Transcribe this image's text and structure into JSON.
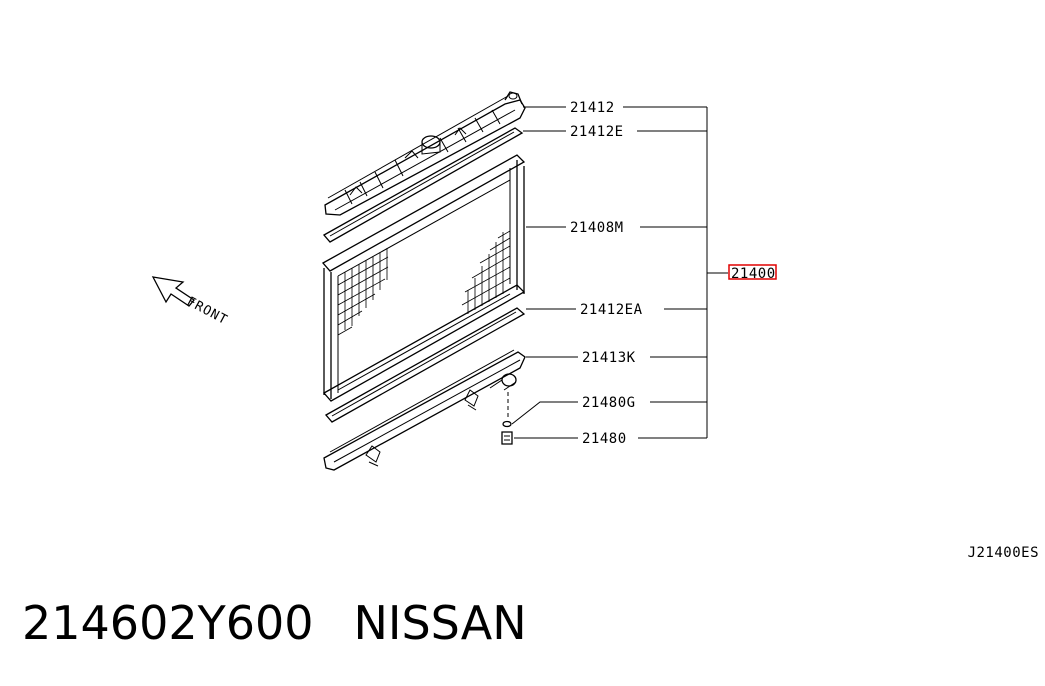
{
  "diagram": {
    "front_label": "FRONT",
    "callouts": [
      {
        "id": "c1",
        "label": "21412"
      },
      {
        "id": "c2",
        "label": "21412E"
      },
      {
        "id": "c3",
        "label": "21408M"
      },
      {
        "id": "c4",
        "label": "21412EA"
      },
      {
        "id": "c5",
        "label": "21413K"
      },
      {
        "id": "c6",
        "label": "21480G"
      },
      {
        "id": "c7",
        "label": "21480"
      }
    ],
    "assembly_label": "21400",
    "highlight_color": "#e00000",
    "diagram_code": "J21400ES"
  },
  "footer": {
    "part_number": "214602Y600",
    "brand": "NISSAN"
  }
}
